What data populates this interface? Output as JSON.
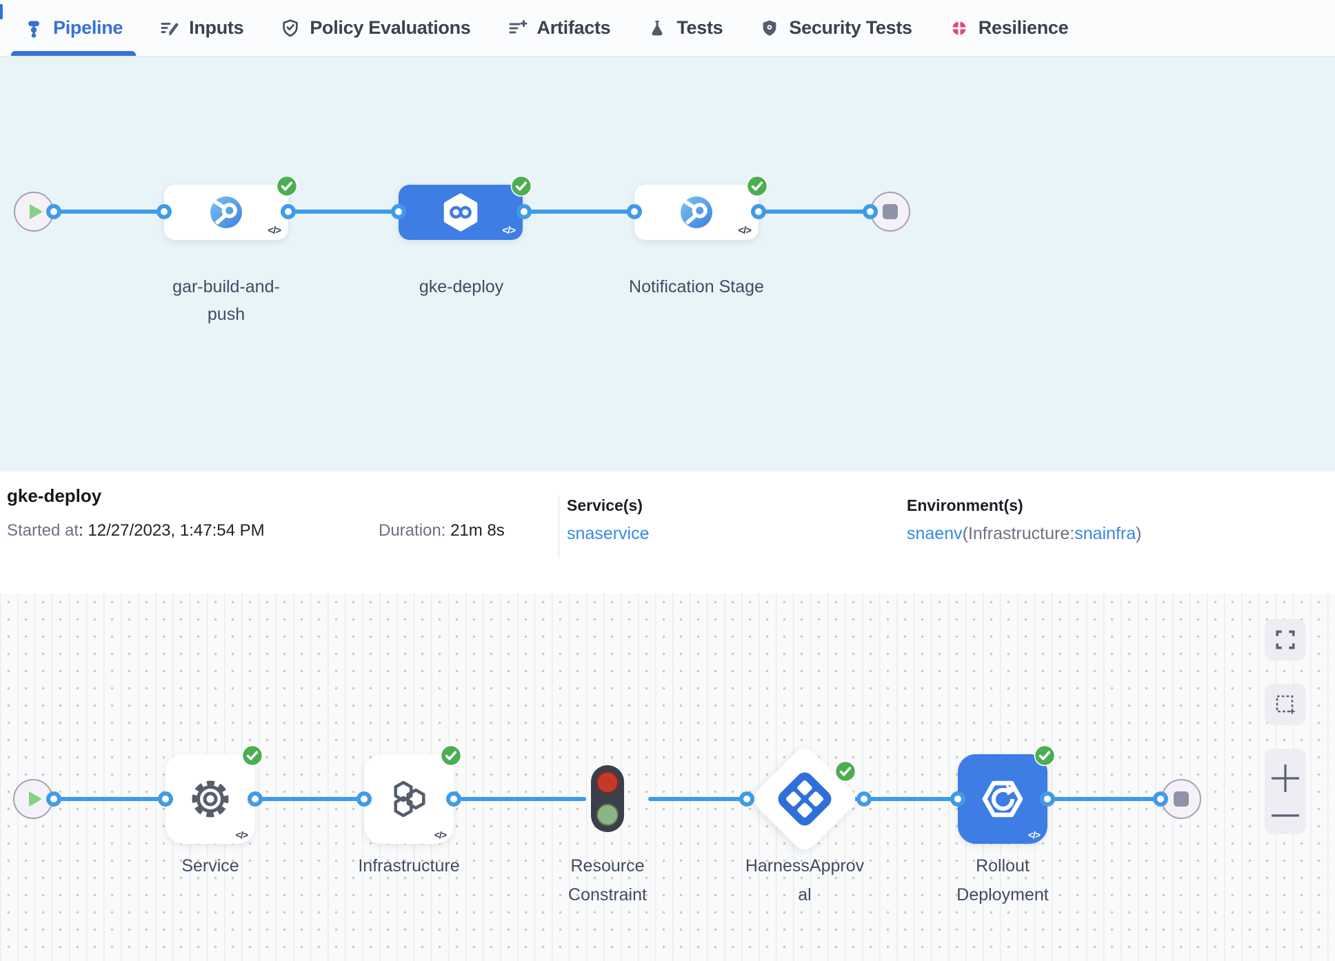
{
  "code_chip": "</>",
  "tabs": [
    {
      "label": "Pipeline",
      "active": true
    },
    {
      "label": "Inputs",
      "active": false
    },
    {
      "label": "Policy Evaluations",
      "active": false
    },
    {
      "label": "Artifacts",
      "active": false
    },
    {
      "label": "Tests",
      "active": false
    },
    {
      "label": "Security Tests",
      "active": false
    },
    {
      "label": "Resilience",
      "active": false
    }
  ],
  "stage_graph": {
    "stages": [
      {
        "name": "gar-build-and-push",
        "status": "success",
        "selected": false
      },
      {
        "name": "gke-deploy",
        "status": "success",
        "selected": true
      },
      {
        "name": "Notification Stage",
        "status": "success",
        "selected": false
      }
    ]
  },
  "details": {
    "title": "gke-deploy",
    "started_label": "Started at",
    "started_value": ": 12/27/2023, 1:47:54 PM",
    "duration_label": "Duration:",
    "duration_value": "21m 8s",
    "services_label": "Service(s)",
    "service": "snaservice",
    "environments_label": "Environment(s)",
    "environment": "snaenv",
    "infrastructure_prefix": "(Infrastructure:",
    "infrastructure": "snainfra",
    "suffix": ")"
  },
  "execution_graph": {
    "steps": [
      {
        "name": "Service",
        "status": "success"
      },
      {
        "name": "Infrastructure",
        "status": "success"
      },
      {
        "name": "Resource Constraint",
        "status": "none"
      },
      {
        "name": "HarnessApproval",
        "status": "success"
      },
      {
        "name": "Rollout Deployment",
        "status": "success"
      }
    ]
  },
  "colors": {
    "accent_blue": "#3572d4",
    "connector_blue": "#3f9be8",
    "selected_stage_blue": "#3d7de4",
    "success_green": "#4cae51",
    "resilience_pink": "#e3457a",
    "link_blue": "#3988e4"
  }
}
